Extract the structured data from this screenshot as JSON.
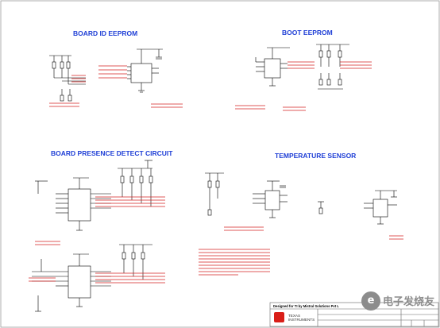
{
  "sections": {
    "board_id_eeprom": "BOARD ID EEPROM",
    "boot_eeprom": "BOOT EEPROM",
    "board_presence_detect": "BOARD PRESENCE DETECT CIRCUIT",
    "temperature_sensor": "TEMPERATURE SENSOR"
  },
  "title_block": {
    "designed_by": "Designed for TI by Mistral Solutions Pvt L",
    "ti_logo_line1": "TEXAS",
    "ti_logo_line2": "INSTRUMENTS",
    "watermark": "电子发烧友"
  },
  "colors": {
    "title_blue": "#1f3fd6",
    "wire_black": "#000000",
    "net_red": "#d42020",
    "ti_red": "#d91e18",
    "watermark_gray": "#8c8c8c"
  }
}
